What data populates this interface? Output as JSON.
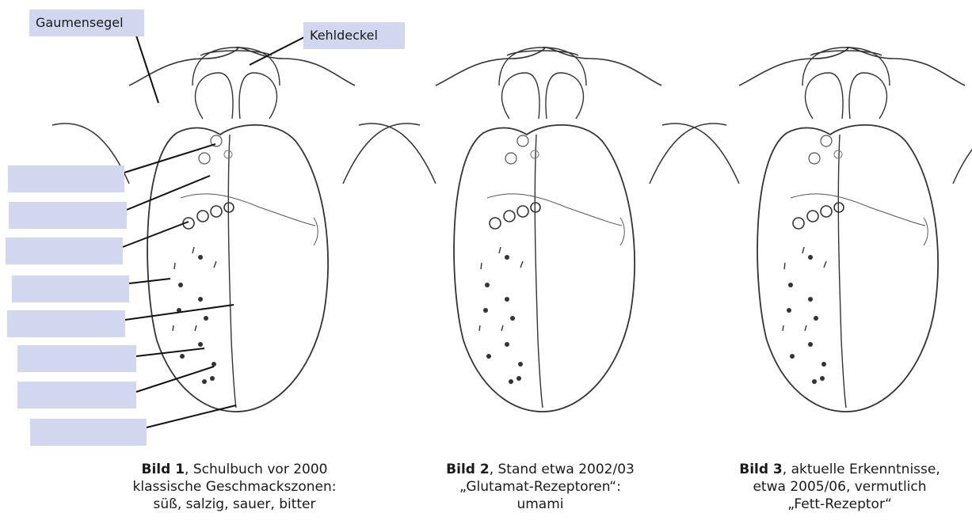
{
  "labels": {
    "gaumensegel": "Gaumensegel",
    "kehldeckel": "Kehldeckel"
  },
  "empty_boxes": [
    "",
    "",
    "",
    "",
    "",
    "",
    "",
    ""
  ],
  "figures": [
    {
      "title": "Bild 1",
      "line1_rest": ", Schulbuch vor 2000",
      "line2": "klassische Geschmackszonen:",
      "line3": "süß, salzig, sauer, bitter"
    },
    {
      "title": "Bild 2",
      "line1_rest": ", Stand etwa 2002/03",
      "line2": "„Glutamat-Rezeptoren“:",
      "line3": "umami"
    },
    {
      "title": "Bild 3",
      "line1_rest": ", aktuelle Erkenntnisse,",
      "line2": "etwa 2005/06, vermutlich",
      "line3": "„Fett-Rezeptor“"
    }
  ]
}
